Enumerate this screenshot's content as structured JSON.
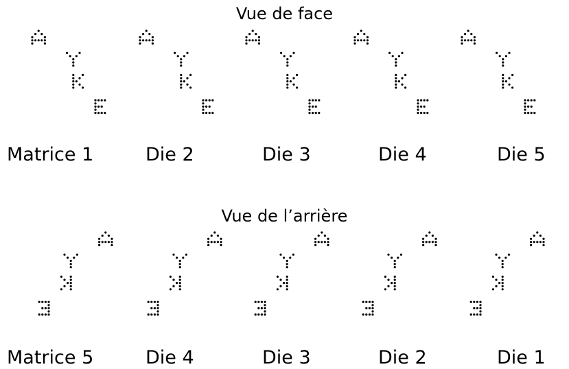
{
  "front": {
    "title": "Vue de face",
    "labels": [
      "Matrice 1",
      "Die 2",
      "Die 3",
      "Die 4",
      "Die 5"
    ]
  },
  "back": {
    "title": "Vue de l’arrière",
    "labels": [
      "Matrice 5",
      "Die 4",
      "Die 3",
      "Die 2",
      "Die 1"
    ]
  },
  "dot_color": "#000000"
}
